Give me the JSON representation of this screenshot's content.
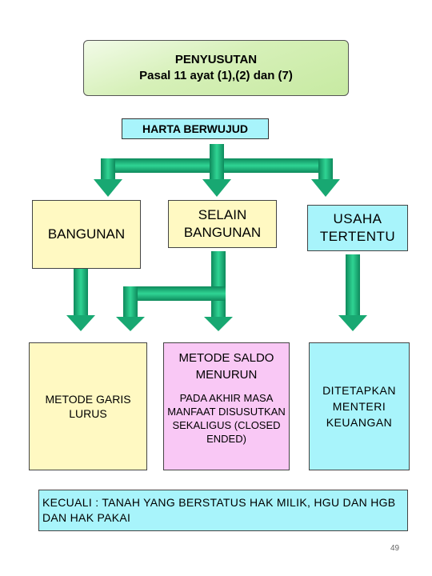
{
  "title": {
    "line1": "PENYUSUTAN",
    "line2": "Pasal 11 ayat (1),(2) dan (7)"
  },
  "harta": "HARTA BERWUJUD",
  "categories": {
    "bangunan": "BANGUNAN",
    "selain": "SELAIN BANGUNAN",
    "usaha": "USAHA TERTENTU"
  },
  "methods": {
    "garis_lurus": "METODE GARIS LURUS",
    "saldo_menurun_title": "METODE SALDO MENURUN",
    "saldo_menurun_body": "PADA AKHIR MASA MANFAAT DISUSUTKAN SEKALIGUS (CLOSED ENDED)",
    "ditetapkan": "DITETAPKAN MENTERI KEUANGAN"
  },
  "exception": "KECUALI : TANAH YANG BERSTATUS HAK MILIK, HGU DAN HGB DAN HAK PAKAI",
  "page_number": "49",
  "colors": {
    "arrow": "#19b37a",
    "title_bg": "#d6f0b8",
    "cyan": "#a8f4fb",
    "yellow": "#fff9c2",
    "pink": "#f9c8f5"
  }
}
